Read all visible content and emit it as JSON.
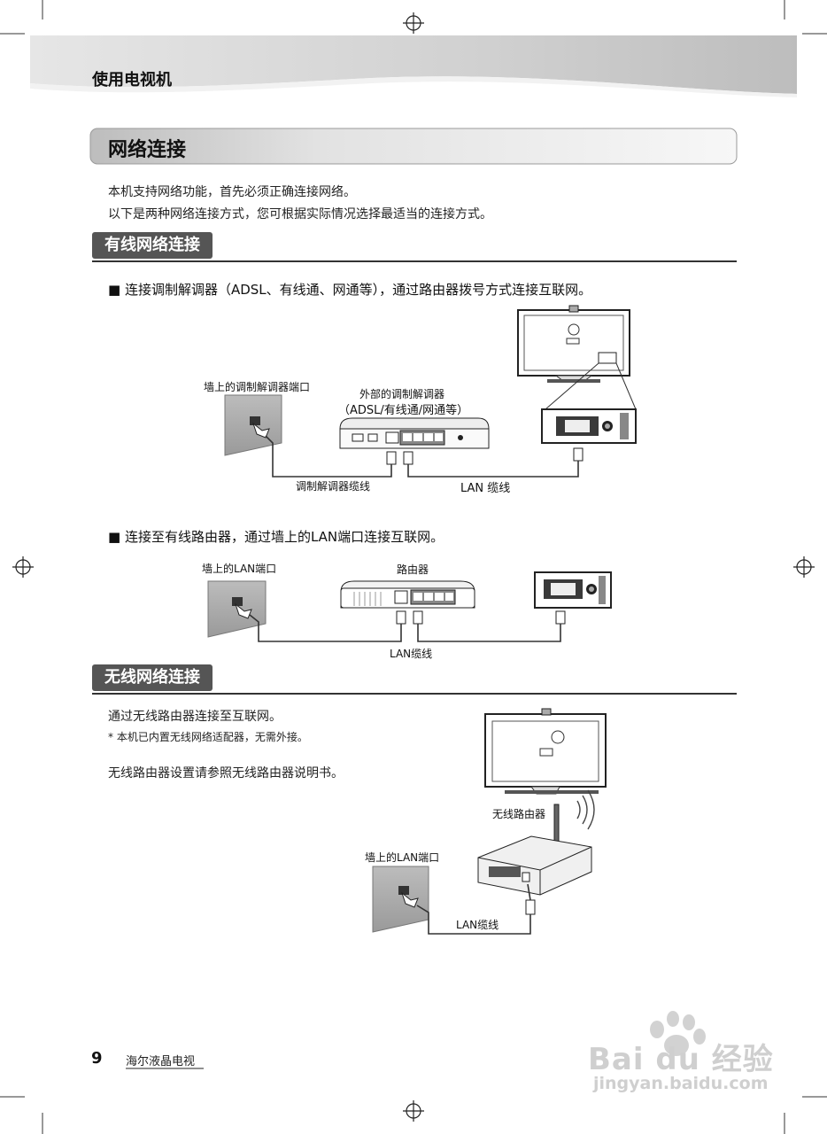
{
  "header": {
    "chapter": "使用电视机"
  },
  "title_bar": {
    "title": "网络连接"
  },
  "intro": {
    "line1": "本机支持网络功能，首先必须正确连接网络。",
    "line2": "以下是两种网络连接方式，您可根据实际情况选择最适当的连接方式。"
  },
  "wired": {
    "heading": "有线网络连接",
    "method1": {
      "bullet": "■ 连接调制解调器（ADSL、有线通、网通等），通过路由器拨号方式连接互联网。",
      "wall_label": "墙上的调制解调器端口",
      "modem_label1": "外部的调制解调器",
      "modem_label2": "（ADSL/有线通/网通等）",
      "cable1": "调制解调器缆线",
      "cable2": "LAN 缆线"
    },
    "method2": {
      "bullet": "■ 连接至有线路由器，通过墙上的LAN端口连接互联网。",
      "wall_label": "墙上的LAN端口",
      "router_label": "路由器",
      "cable": "LAN缆线"
    }
  },
  "wireless": {
    "heading": "无线网络连接",
    "line1": "通过无线路由器连接至互联网。",
    "note": "* 本机已内置无线网络适配器，无需外接。",
    "line2": "无线路由器设置请参照无线路由器说明书。",
    "router_label": "无线路由器",
    "wall_label": "墙上的LAN端口",
    "cable": "LAN缆线"
  },
  "footer": {
    "page": "9",
    "brand": "海尔液晶电视"
  },
  "watermark": {
    "logo": "Bai du 经验",
    "url": "jingyan.baidu.com"
  }
}
